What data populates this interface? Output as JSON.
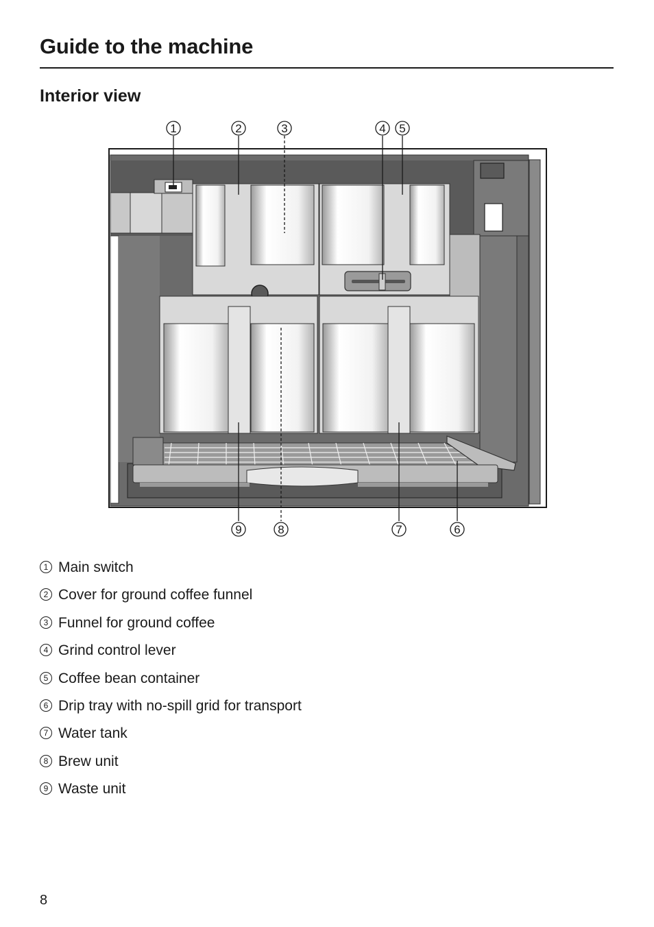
{
  "page": {
    "title": "Guide to the machine",
    "subtitle": "Interior view",
    "page_number": "8"
  },
  "callouts": {
    "top": [
      "1",
      "2",
      "3",
      "4",
      "5"
    ],
    "bottom": [
      "9",
      "8",
      "7",
      "6"
    ]
  },
  "legend": [
    {
      "num": "1",
      "label": "Main switch"
    },
    {
      "num": "2",
      "label": "Cover for ground coffee funnel"
    },
    {
      "num": "3",
      "label": "Funnel for ground coffee"
    },
    {
      "num": "4",
      "label": "Grind control lever"
    },
    {
      "num": "5",
      "label": "Coffee bean container"
    },
    {
      "num": "6",
      "label": "Drip tray with no-spill grid for transport"
    },
    {
      "num": "7",
      "label": "Water tank"
    },
    {
      "num": "8",
      "label": "Brew unit"
    },
    {
      "num": "9",
      "label": "Waste unit"
    }
  ]
}
